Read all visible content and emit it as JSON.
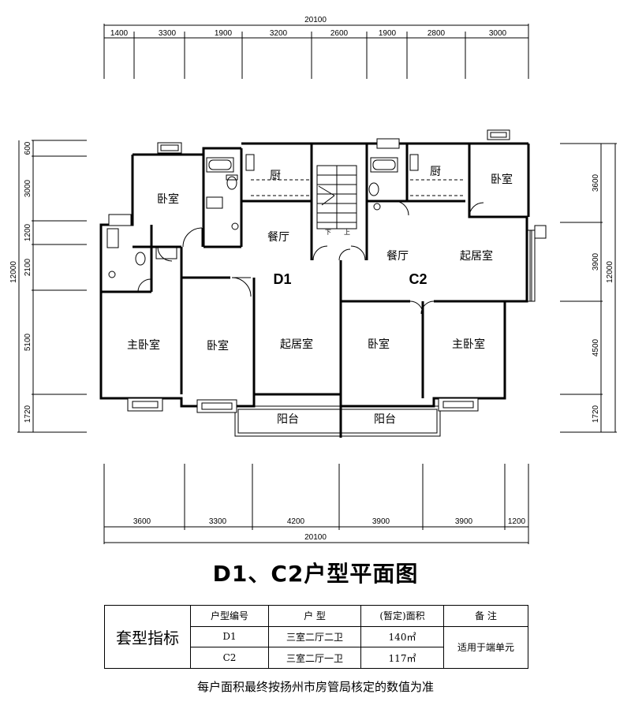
{
  "dims": {
    "top_total": "20100",
    "top": [
      "1400",
      "3300",
      "1900",
      "3200",
      "2600",
      "1900",
      "2800",
      "3000"
    ],
    "bottom_total": "20100",
    "bottom": [
      "3600",
      "3300",
      "4200",
      "3900",
      "3900",
      "1200"
    ],
    "left_total": "12000",
    "left": [
      "600",
      "3000",
      "1200",
      "2100",
      "5100",
      "1720"
    ],
    "right_total": "12000",
    "right": [
      "3600",
      "3900",
      "4500",
      "1720"
    ]
  },
  "rooms": {
    "d1_bedroom_top": "卧室",
    "d1_kitchen": "厨",
    "d1_dining": "餐厅",
    "d1_master": "主卧室",
    "d1_bedroom": "卧室",
    "d1_living": "起居室",
    "d1_balcony": "阳台",
    "c2_kitchen": "厨",
    "c2_bedroom_top": "卧室",
    "c2_dining": "餐厅",
    "c2_living": "起居室",
    "c2_bedroom": "卧室",
    "c2_master": "主卧室",
    "c2_balcony": "阳台",
    "stair_down": "下",
    "stair_up": "上"
  },
  "units": {
    "d1": "D1",
    "c2": "C2"
  },
  "title": "D1、C2户型平面图",
  "table": {
    "label": "套型指标",
    "headers": [
      "户型编号",
      "户  型",
      "(暂定)面积",
      "备  注"
    ],
    "rows": [
      {
        "code": "D1",
        "type": "三室二厅二卫",
        "area": "140㎡"
      },
      {
        "code": "C2",
        "type": "三室二厅一卫",
        "area": "117㎡"
      }
    ],
    "remark": "适用于端单元"
  },
  "note": "每户面积最终按扬州市房管局核定的数值为准"
}
